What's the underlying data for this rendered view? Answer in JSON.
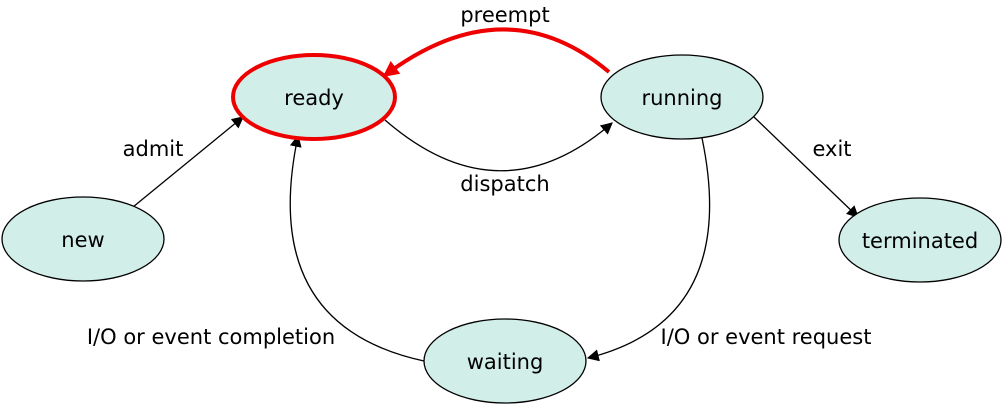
{
  "colors": {
    "node_fill": "#d2eee8",
    "node_stroke": "#000000",
    "highlight": "#ee0000",
    "edge": "#000000",
    "background": "#ffffff"
  },
  "states": {
    "ready": "ready",
    "running": "running",
    "new": "new",
    "terminated": "terminated",
    "waiting": "waiting"
  },
  "highlighted_state": "ready",
  "transitions": {
    "admit": "admit",
    "dispatch": "dispatch",
    "preempt": "preempt",
    "exit": "exit",
    "io_request": "I/O or event request",
    "io_completion": "I/O or event completion"
  }
}
